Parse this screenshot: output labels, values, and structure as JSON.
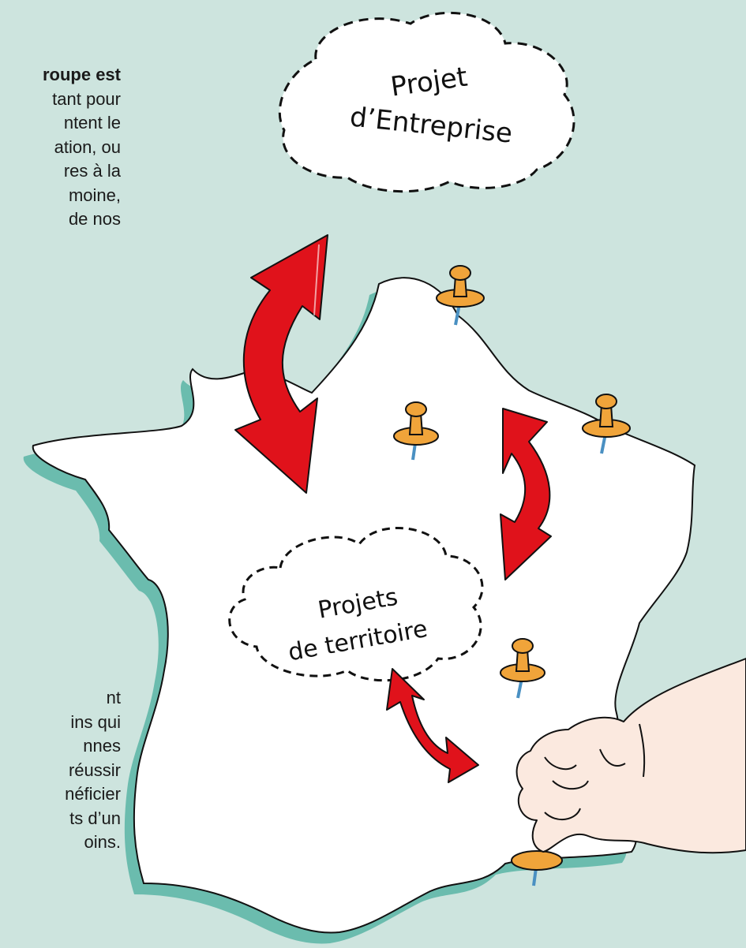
{
  "top_paragraph": {
    "lines": [
      "roupe est",
      "tant pour",
      "ntent le",
      "ation, ou",
      "res à la",
      "moine,",
      "de nos"
    ]
  },
  "bottom_paragraph": {
    "lines": [
      "nt",
      "ins qui",
      "nnes",
      "réussir",
      "néficier",
      "ts d’un",
      "oins."
    ]
  },
  "cloud_enterprise": {
    "line1": "Projet",
    "line2": "d’Entreprise"
  },
  "cloud_territory": {
    "line1": "Projets",
    "line2": "de territoire"
  },
  "colors": {
    "background": "#cde4de",
    "map_fill": "#ffffff",
    "map_shadow": "#6bbcae",
    "arrow_red": "#e0121b",
    "pin_orange": "#f0a43a",
    "pin_needle": "#4a90c2"
  }
}
